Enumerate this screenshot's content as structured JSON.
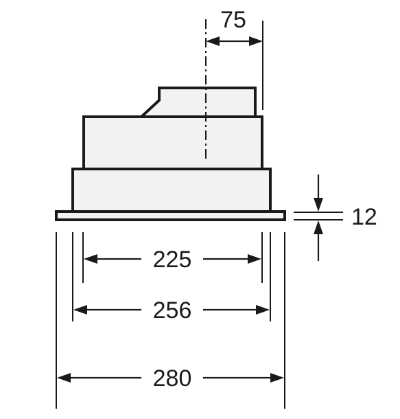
{
  "dimensions": {
    "top_offset": "75",
    "inner_width": "225",
    "middle_width": "256",
    "overall_width": "280",
    "flange_height": "12"
  },
  "colors": {
    "line": "#1a1a1a",
    "body_fill": "#f2f2f2",
    "background": "#ffffff"
  }
}
